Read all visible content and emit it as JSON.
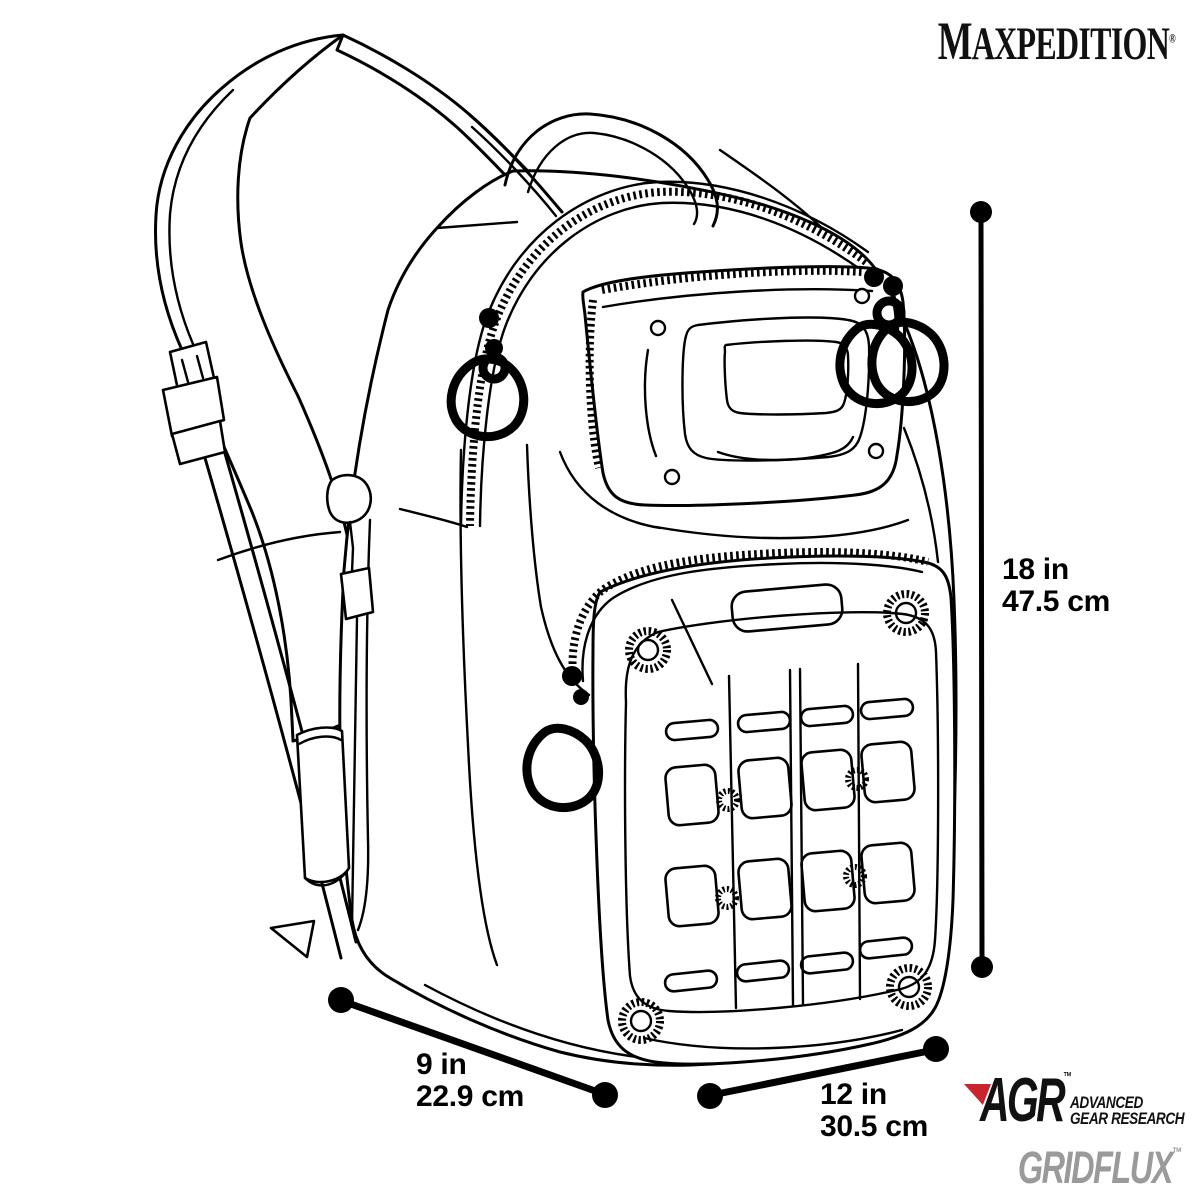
{
  "brand": {
    "logo_text": "MAXPEDITION",
    "registered_mark": "®"
  },
  "dimensions": {
    "height": {
      "inches": "18 in",
      "centimeters": "47.5 cm"
    },
    "depth": {
      "inches": "9 in",
      "centimeters": "22.9 cm"
    },
    "width": {
      "inches": "12 in",
      "centimeters": "30.5 cm"
    }
  },
  "footer": {
    "agr": {
      "acronym": "AGR",
      "trademark": "™",
      "line1": "ADVANCED",
      "line2": "GEAR RESEARCH"
    },
    "product": {
      "name": "GRIDFLUX",
      "trademark": "™"
    }
  },
  "colors": {
    "ink": "#000000",
    "agr_red": "#c9232b",
    "gridflux_gray": "#9a9a9a",
    "background": "#ffffff"
  },
  "illustration": {
    "subject": "Sling backpack technical line drawing with dimension callouts"
  }
}
